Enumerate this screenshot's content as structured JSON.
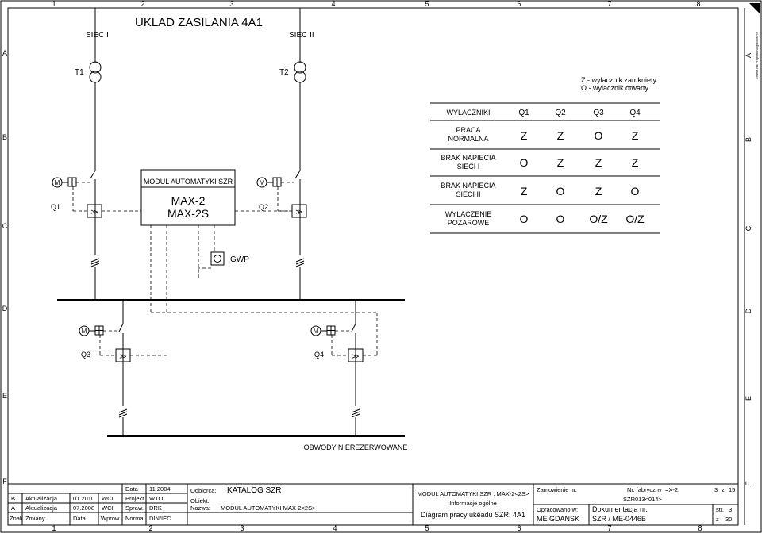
{
  "frame": {
    "columns": [
      "1",
      "2",
      "3",
      "4",
      "5",
      "6",
      "7",
      "8"
    ],
    "rows": [
      "A",
      "B",
      "C",
      "D",
      "E",
      "F"
    ],
    "side_note": "Erstellt mit ProjektierungstoolsPro"
  },
  "title": "UKLAD ZASILANIA 4A1",
  "sources": {
    "siec1": "SIEC I",
    "siec2": "SIEC II"
  },
  "transformers": {
    "t1": "T1",
    "t2": "T2"
  },
  "legend": {
    "closed": "Z - wylacznik zamkniety",
    "open": "O - wylacznik otwarty"
  },
  "breakers": {
    "q1": "Q1",
    "q2": "Q2",
    "q3": "Q3",
    "q4": "Q4",
    "motor": "M"
  },
  "module": {
    "title": "MODUL AUTOMATYKI SZR",
    "line1": "MAX-2",
    "line2": "MAX-2S"
  },
  "gwp": "GWP",
  "bus_label": "OBWODY NIEREZERWOWANE",
  "state_table": {
    "header": [
      "WYLACZNIKI",
      "Q1",
      "Q2",
      "Q3",
      "Q4"
    ],
    "rows": [
      {
        "l1": "PRACA",
        "l2": "NORMALNA",
        "vals": [
          "Z",
          "Z",
          "O",
          "Z"
        ]
      },
      {
        "l1": "BRAK NAPIECIA",
        "l2": "SIECI I",
        "vals": [
          "O",
          "Z",
          "Z",
          "Z"
        ]
      },
      {
        "l1": "BRAK NAPIECIA",
        "l2": "SIECI II",
        "vals": [
          "Z",
          "O",
          "Z",
          "O"
        ]
      },
      {
        "l1": "WYLACZENIE",
        "l2": "POZAROWE",
        "vals": [
          "O",
          "O",
          "O/Z",
          "O/Z"
        ]
      }
    ]
  },
  "title_block": {
    "revisions": [
      {
        "mark": "B",
        "desc": "Aktualizacja",
        "date": "01.2010",
        "name": "WCI"
      },
      {
        "mark": "A",
        "desc": "Aktualizacja",
        "date": "07.2008",
        "name": "WCI"
      }
    ],
    "rev_headers": {
      "mark": "Znak",
      "desc": "Zmiany",
      "date": "Data",
      "name": "Wprow."
    },
    "data_label": "Data",
    "data_value": "11.2004",
    "projekt_label": "Projekt.",
    "projekt_value": "WTO",
    "spraw_label": "Spraw.",
    "spraw_value": "DRK",
    "norma_label": "Norma",
    "norma_value": "DIN/IEC",
    "odbiorca_label": "Odbiorca:",
    "odbiorca_value": "KATALOG SZR",
    "obiekt_label": "Obiekt:",
    "nazwa_label": "Nazwa:",
    "nazwa_value": "MODUL AUTOMATYKI MAX-2<2S>",
    "mid_line1": "MODUL AUTOMATYKI SZR : MAX-2<2S>",
    "mid_line2": "Informacje ogólne",
    "mid_line3": "Diagram pracy ukêadu SZR: 4A1",
    "zam_label": "Zamowienie nr.",
    "nrfab_label": "Nr. fabryczny",
    "nrfab_value": "=X-2.",
    "sheet_no": "3",
    "z_label": "z",
    "sheet_total": "15",
    "code": "SZR013<014>",
    "oprac_label": "Opracowano w:",
    "oprac_value": "ME GDANSK",
    "dok_label": "Dokumentacja nr.",
    "dok_value": "SZR / ME-0446B",
    "str_label": "str.",
    "str_value": "3",
    "z2_label": "z",
    "str_total": "30"
  }
}
